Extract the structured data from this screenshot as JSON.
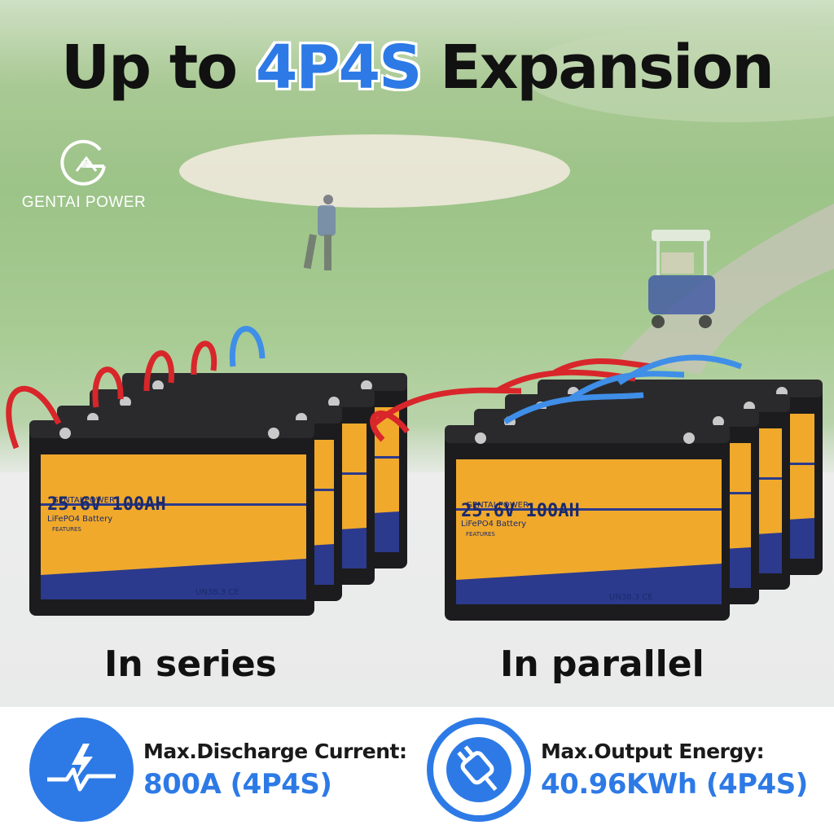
{
  "headline": {
    "prefix": "Up to ",
    "accent": "4P4S",
    "suffix": " Expansion"
  },
  "brand": {
    "name": "GENTAI POWER"
  },
  "battery": {
    "brand": "GENTAI POWER",
    "rating": "25.6V 100AH",
    "chemistry": "LiFePO4 Battery",
    "features_heading": "FEATURES",
    "cert": "UN38.3 CE"
  },
  "captions": {
    "series": "In series",
    "parallel": "In parallel"
  },
  "specs": [
    {
      "label": "Max.Discharge Current:",
      "value": "800A (4P4S)",
      "icon": "lightning-pulse-icon"
    },
    {
      "label": "Max.Output Energy:",
      "value": "40.96KWh (4P4S)",
      "icon": "plug-icon"
    }
  ],
  "colors": {
    "accent": "#2d7ae6",
    "battery_panel": "#f0a92b",
    "battery_body": "#1c1c1e",
    "cable_red": "#d8262b",
    "cable_blue": "#3f8ee8"
  }
}
